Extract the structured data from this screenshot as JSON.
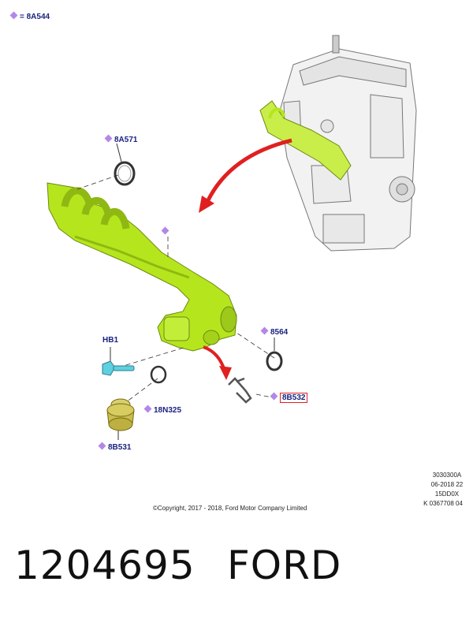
{
  "legend": {
    "symbol_label": "= 8A544"
  },
  "callouts": {
    "c_8A571": "8A571",
    "hb1": "HB1",
    "c_8564": "8564",
    "c_8B532": "8B532",
    "c_18N325": "18N325",
    "c_8B531": "8B531"
  },
  "drawing_codes": [
    "3030300A",
    "06-2018 22",
    "15DD0X",
    "K 0367708 04"
  ],
  "copyright": "©Copyright, 2017 - 2018, Ford Motor Company Limited",
  "part_number": "1204695",
  "brand": "FORD",
  "colors": {
    "part": "#b5e61d",
    "arrow": "#e02020",
    "label": "#1a237e",
    "marker": "#b387e8"
  }
}
